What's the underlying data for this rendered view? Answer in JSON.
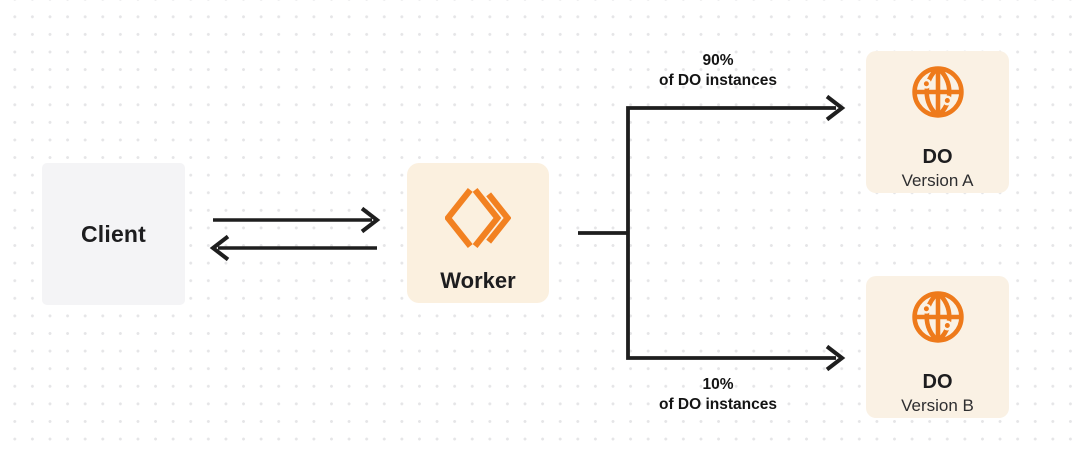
{
  "nodes": {
    "client": {
      "label": "Client",
      "fill": "#f4f4f6"
    },
    "worker": {
      "label": "Worker",
      "fill": "#fbf0df",
      "icon": "cloudflare-workers-logo"
    },
    "do_version_a": {
      "title": "DO",
      "subtitle": "Version A",
      "fill": "#faf1e4",
      "icon": "durable-object-globe"
    },
    "do_version_b": {
      "title": "DO",
      "subtitle": "Version B",
      "fill": "#faf1e4",
      "icon": "durable-object-globe"
    }
  },
  "edges": {
    "top_branch": {
      "label_line1": "90%",
      "label_line2": "of DO instances"
    },
    "bottom_branch": {
      "label_line1": "10%",
      "label_line2": "of DO instances"
    }
  },
  "colors": {
    "line": "#1e1e1e",
    "brand_orange": "#f28121",
    "background": "#ffffff",
    "dot_grid": "#e5e5e7"
  }
}
